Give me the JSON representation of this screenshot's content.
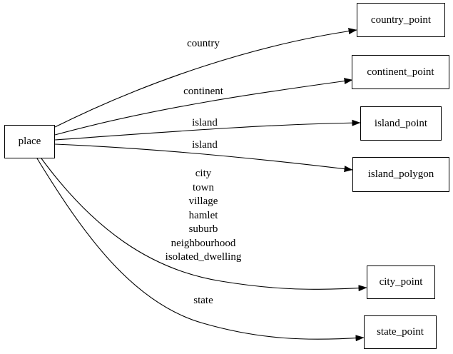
{
  "diagram": {
    "background_color": "#ffffff",
    "line_color": "#000000",
    "text_color": "#000000",
    "nodes": [
      {
        "label": "place"
      },
      {
        "label": "country_point"
      },
      {
        "label": "continent_point"
      },
      {
        "label": "island_point"
      },
      {
        "label": "island_polygon"
      },
      {
        "label": "city_point"
      },
      {
        "label": "state_point"
      }
    ],
    "edges": [
      {
        "from": "place",
        "to": "country_point",
        "label": "country"
      },
      {
        "from": "place",
        "to": "continent_point",
        "label": "continent"
      },
      {
        "from": "place",
        "to": "island_point",
        "label": "island"
      },
      {
        "from": "place",
        "to": "island_polygon",
        "label": "island"
      },
      {
        "from": "place",
        "to": "city_point",
        "label": "city\ntown\nvillage\nhamlet\nsuburb\nneighbourhood\nisolated_dwelling"
      },
      {
        "from": "place",
        "to": "state_point",
        "label": "state"
      }
    ]
  }
}
